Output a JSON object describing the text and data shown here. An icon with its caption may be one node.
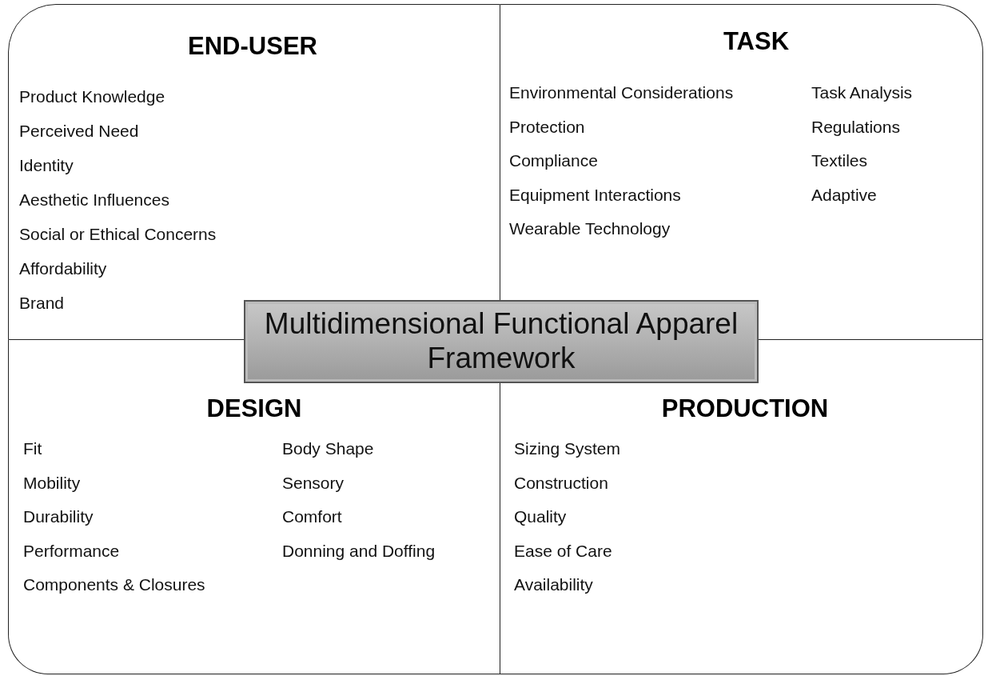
{
  "diagram": {
    "nodes": [
      {
        "text": [
          "END-USER",
          "Product Knowledge",
          "Perceived Need",
          "Identity",
          "Aesthetic Influences",
          "Social or Ethical Concerns",
          "Affordability",
          "Brand"
        ]
      },
      {
        "text": [
          "TASK",
          "Environmental Considerations",
          "Protection",
          "Compliance",
          "Equipment Interactions",
          "Wearable Technology",
          "Task Analysis",
          "Regulations",
          "Textiles",
          "Adaptive"
        ]
      },
      {
        "text": [
          "Multidimensional Functional Apparel Framework"
        ]
      },
      {
        "text": [
          "DESIGN",
          "Fit",
          "Mobility",
          "Durability",
          "Performance",
          "Components & Closures",
          "Body Shape",
          "Sensory",
          "Comfort",
          "Donning and Doffing"
        ]
      },
      {
        "text": [
          "PRODUCTION",
          "Sizing System",
          "Construction",
          "Quality",
          "Ease of Care",
          "Availability"
        ]
      }
    ]
  }
}
